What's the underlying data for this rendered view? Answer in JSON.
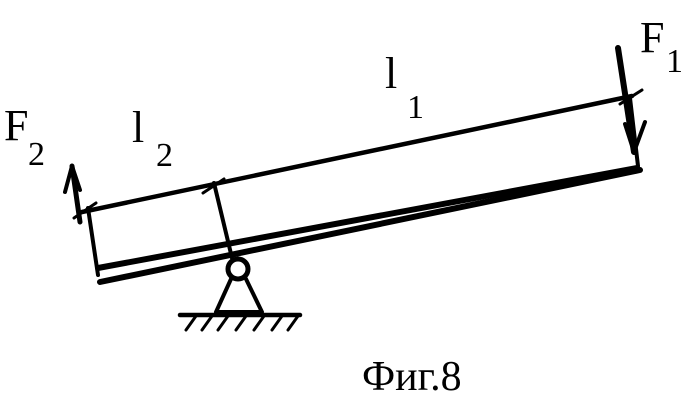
{
  "labels": {
    "f1": {
      "letter": "F",
      "sub": "1"
    },
    "f2": {
      "letter": "F",
      "sub": "2"
    },
    "l1": {
      "letter": "l",
      "sub": "1"
    },
    "l2": {
      "letter": "l",
      "sub": "2"
    }
  },
  "caption": "Фиг.8",
  "colors": {
    "ink": "#000000",
    "background": "#ffffff"
  }
}
